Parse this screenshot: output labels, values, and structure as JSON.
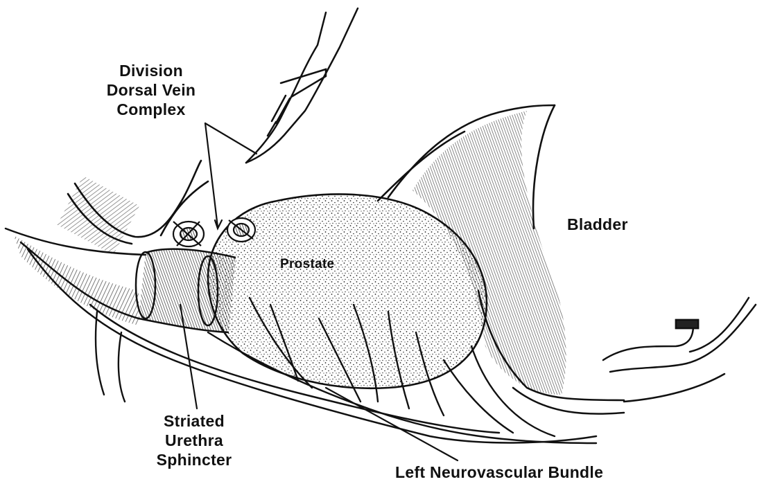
{
  "labels": {
    "division": [
      "Division",
      "Dorsal Vein",
      "Complex"
    ],
    "bladder": "Bladder",
    "prostate": "Prostate",
    "sphincter": [
      "Striated",
      "Urethra",
      "Sphincter"
    ],
    "neurovascular_bundle": "Left Neurovascular Bundle"
  },
  "colors": {
    "ink": "#111111",
    "background": "#ffffff"
  }
}
